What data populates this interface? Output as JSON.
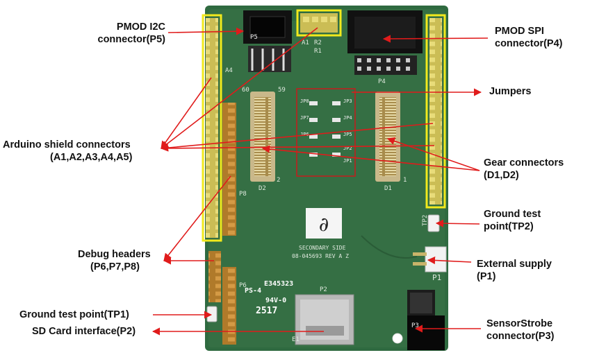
{
  "labels": {
    "pmod_i2c": [
      "PMOD I2C",
      "connector(P5)"
    ],
    "pmod_spi": [
      "PMOD SPI",
      "connector(P4)"
    ],
    "jumpers": [
      "Jumpers"
    ],
    "arduino": [
      "Arduino shield connectors",
      "(A1,A2,A3,A4,A5)"
    ],
    "gear": [
      "Gear connectors",
      "(D1,D2)"
    ],
    "ground_tp2": [
      "Ground test",
      "point(TP2)"
    ],
    "debug": [
      "Debug headers",
      "(P6,P7,P8)"
    ],
    "external": [
      "External supply",
      "(P1)"
    ],
    "ground_tp1": [
      "Ground test point(TP1)"
    ],
    "sd": [
      "SD Card interface(P2)"
    ],
    "sensorstrobe": [
      "SensorStrobe",
      "connector(P3)"
    ]
  },
  "silkscreen": {
    "p5": "P5",
    "p4": "P4",
    "a1": "A1",
    "a4": "A4",
    "r2": "R2",
    "r1": "R1",
    "jp": [
      "JP8",
      "JP3",
      "JP7",
      "JP4",
      "JP6",
      "JP5",
      "JP2",
      "JP1"
    ],
    "d1": "D1",
    "d2": "D2",
    "p8": "P8",
    "p6": "P6",
    "p2": "P2",
    "p3": "P3",
    "p1": "P1",
    "tp2": "TP2",
    "num60": "60",
    "num59": "59",
    "num2": "2",
    "num1": "1",
    "secondary_side": "SECONDARY SIDE",
    "part_no": "08-045693 REV A Z",
    "ps4": "PS-4",
    "cert": "E345323",
    "rating": "94V-0",
    "date": "2517",
    "mark": "∂",
    "e1": "E1"
  },
  "colors": {
    "board": "#2f6a40",
    "highlight": "#f2ea1c",
    "arrow": "#e01b1b",
    "header_pins": "#d7c95f"
  }
}
